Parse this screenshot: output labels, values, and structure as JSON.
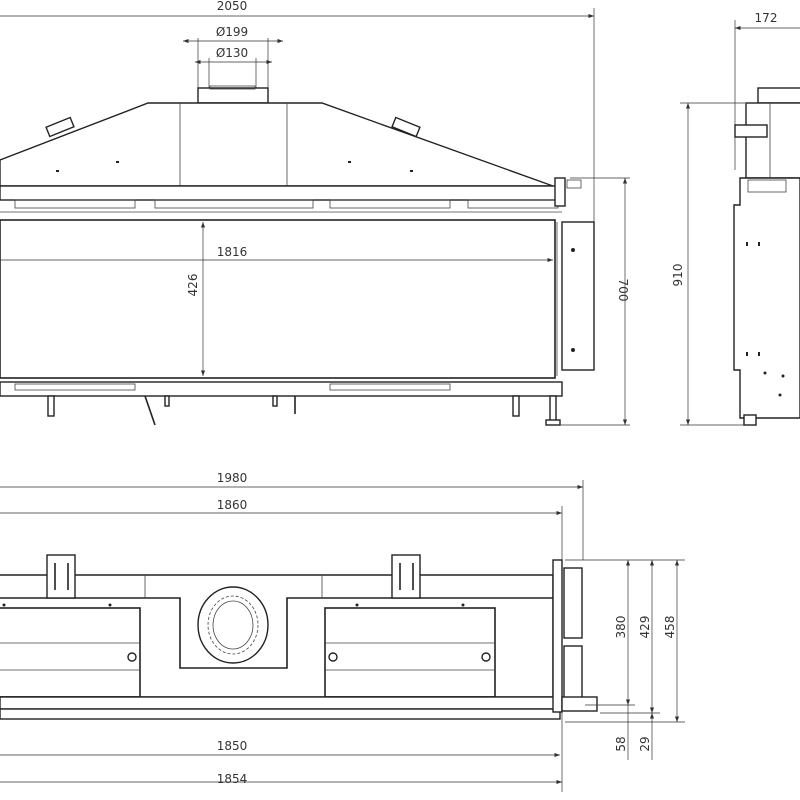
{
  "front_view": {
    "overall_width": "2050",
    "flue_outer_diameter": "Ø199",
    "flue_inner_diameter": "Ø130",
    "glass_width": "1816",
    "glass_height": "426",
    "body_height": "700"
  },
  "side_view": {
    "depth": "172",
    "total_height": "910"
  },
  "top_view": {
    "overall_width": "1980",
    "inner_width": "1860",
    "front_width": "1850",
    "base_width": "1854",
    "depth_380": "380",
    "depth_429": "429",
    "depth_458": "458",
    "offset_58": "58",
    "offset_29": "29"
  }
}
